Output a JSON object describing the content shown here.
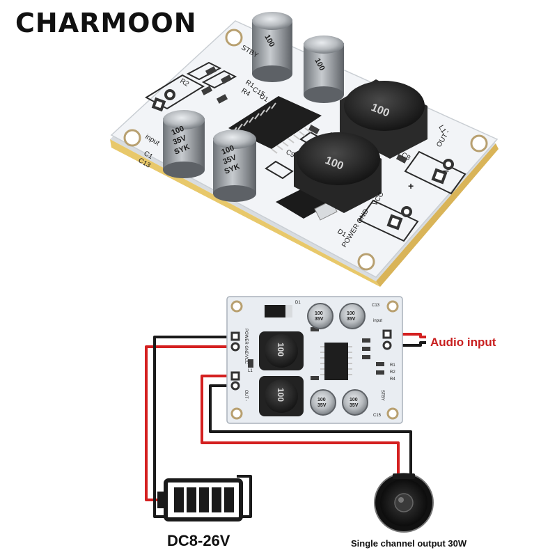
{
  "brand": {
    "name": "CHARMOON"
  },
  "board": {
    "cap_label_lines": [
      "100",
      "35V",
      "SYK"
    ],
    "inductor_label": "100",
    "silkscreen": {
      "power_gnd": "POWER GND",
      "vcc": "VCC",
      "out_minus": "OUT -",
      "input": "input",
      "stby": "STBY",
      "d1": "D1",
      "c13": "C13",
      "c15": "C15",
      "l1": "L1",
      "c8": "C8",
      "c9": "C9",
      "r1": "R1",
      "r2": "R2",
      "r4": "R4",
      "u1": "U1",
      "c1": "C1"
    }
  },
  "diagram": {
    "audio_input_label": "Audio input",
    "power_label": "DC8-26V",
    "output_label": "Single channel output 30W"
  },
  "colors": {
    "wire_red": "#d42020",
    "wire_black": "#1a1a1a",
    "pcb_white": "#f2f4f7",
    "cap_body": "#8a8e92"
  }
}
